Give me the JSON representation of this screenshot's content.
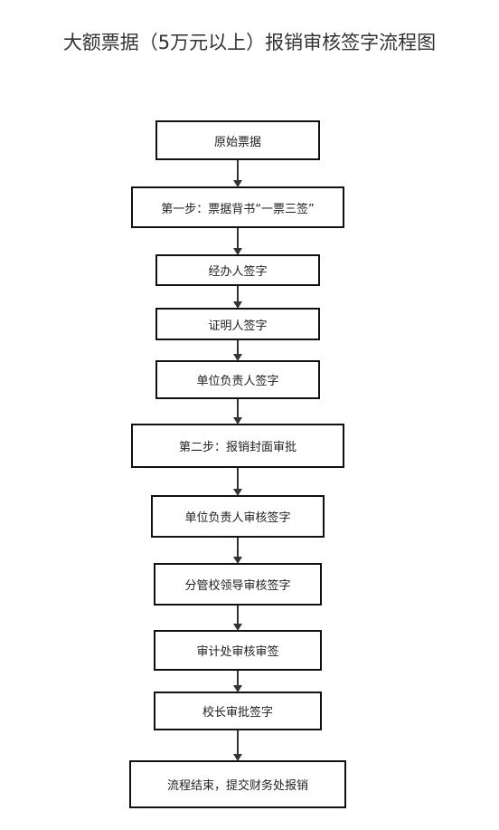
{
  "title": "大额票据（5万元以上）报销审核签字流程图",
  "nodes": [
    {
      "label": "原始票据"
    },
    {
      "label": "第一步：票据背书“一票三签”"
    },
    {
      "label": "经办人签字"
    },
    {
      "label": "证明人签字"
    },
    {
      "label": "单位负责人签字"
    },
    {
      "label": "第二步：报销封面审批"
    },
    {
      "label": "单位负责人审核签字"
    },
    {
      "label": "分管校领导审核签字"
    },
    {
      "label": "审计处审核审签"
    },
    {
      "label": "校长审批签字"
    },
    {
      "label": "流程结束，提交财务处报销"
    }
  ]
}
